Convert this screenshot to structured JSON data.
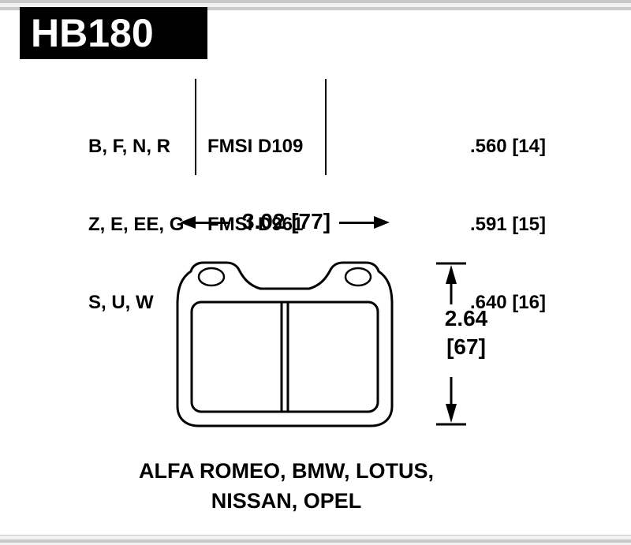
{
  "header": {
    "part_number": "HB180"
  },
  "spec_table": {
    "compound_rows": [
      "B, F, N, R",
      "Z, E, EE, G",
      "S, U, W"
    ],
    "fmsi_rows": [
      "FMSI D109",
      "FMSI D961"
    ],
    "thickness_rows": [
      ".560 [14]",
      ".591 [15]",
      ".640 [16]"
    ]
  },
  "dimensions": {
    "width_label": "3.02 [77]",
    "height_label_line1": "2.64",
    "height_label_line2": "[67]"
  },
  "applications": {
    "line1": "ALFA ROMEO, BMW, LOTUS,",
    "line2": "NISSAN, OPEL"
  },
  "colors": {
    "ink": "#000000",
    "paper": "#ffffff",
    "stripe": "#c9c9c9"
  }
}
